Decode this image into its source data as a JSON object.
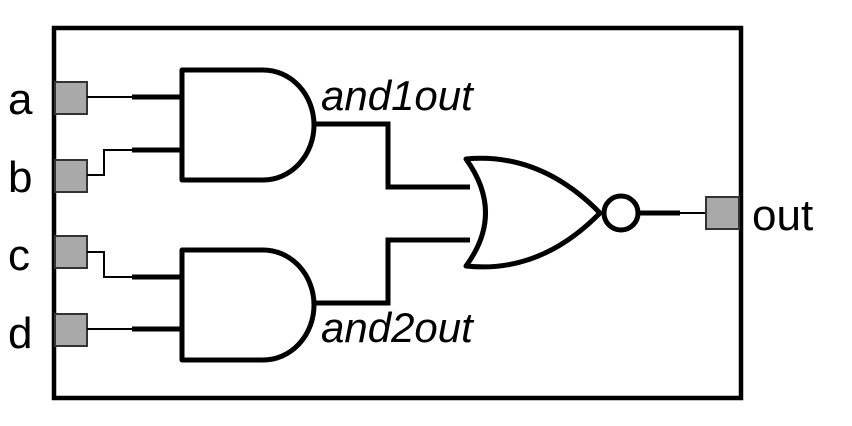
{
  "inputs": {
    "a": "a",
    "b": "b",
    "c": "c",
    "d": "d"
  },
  "output": "out",
  "signals": {
    "and1": "and1out",
    "and2": "and2out"
  },
  "colors": {
    "port_fill": "#a9a9a9",
    "line": "#000000",
    "background": "#ffffff"
  }
}
